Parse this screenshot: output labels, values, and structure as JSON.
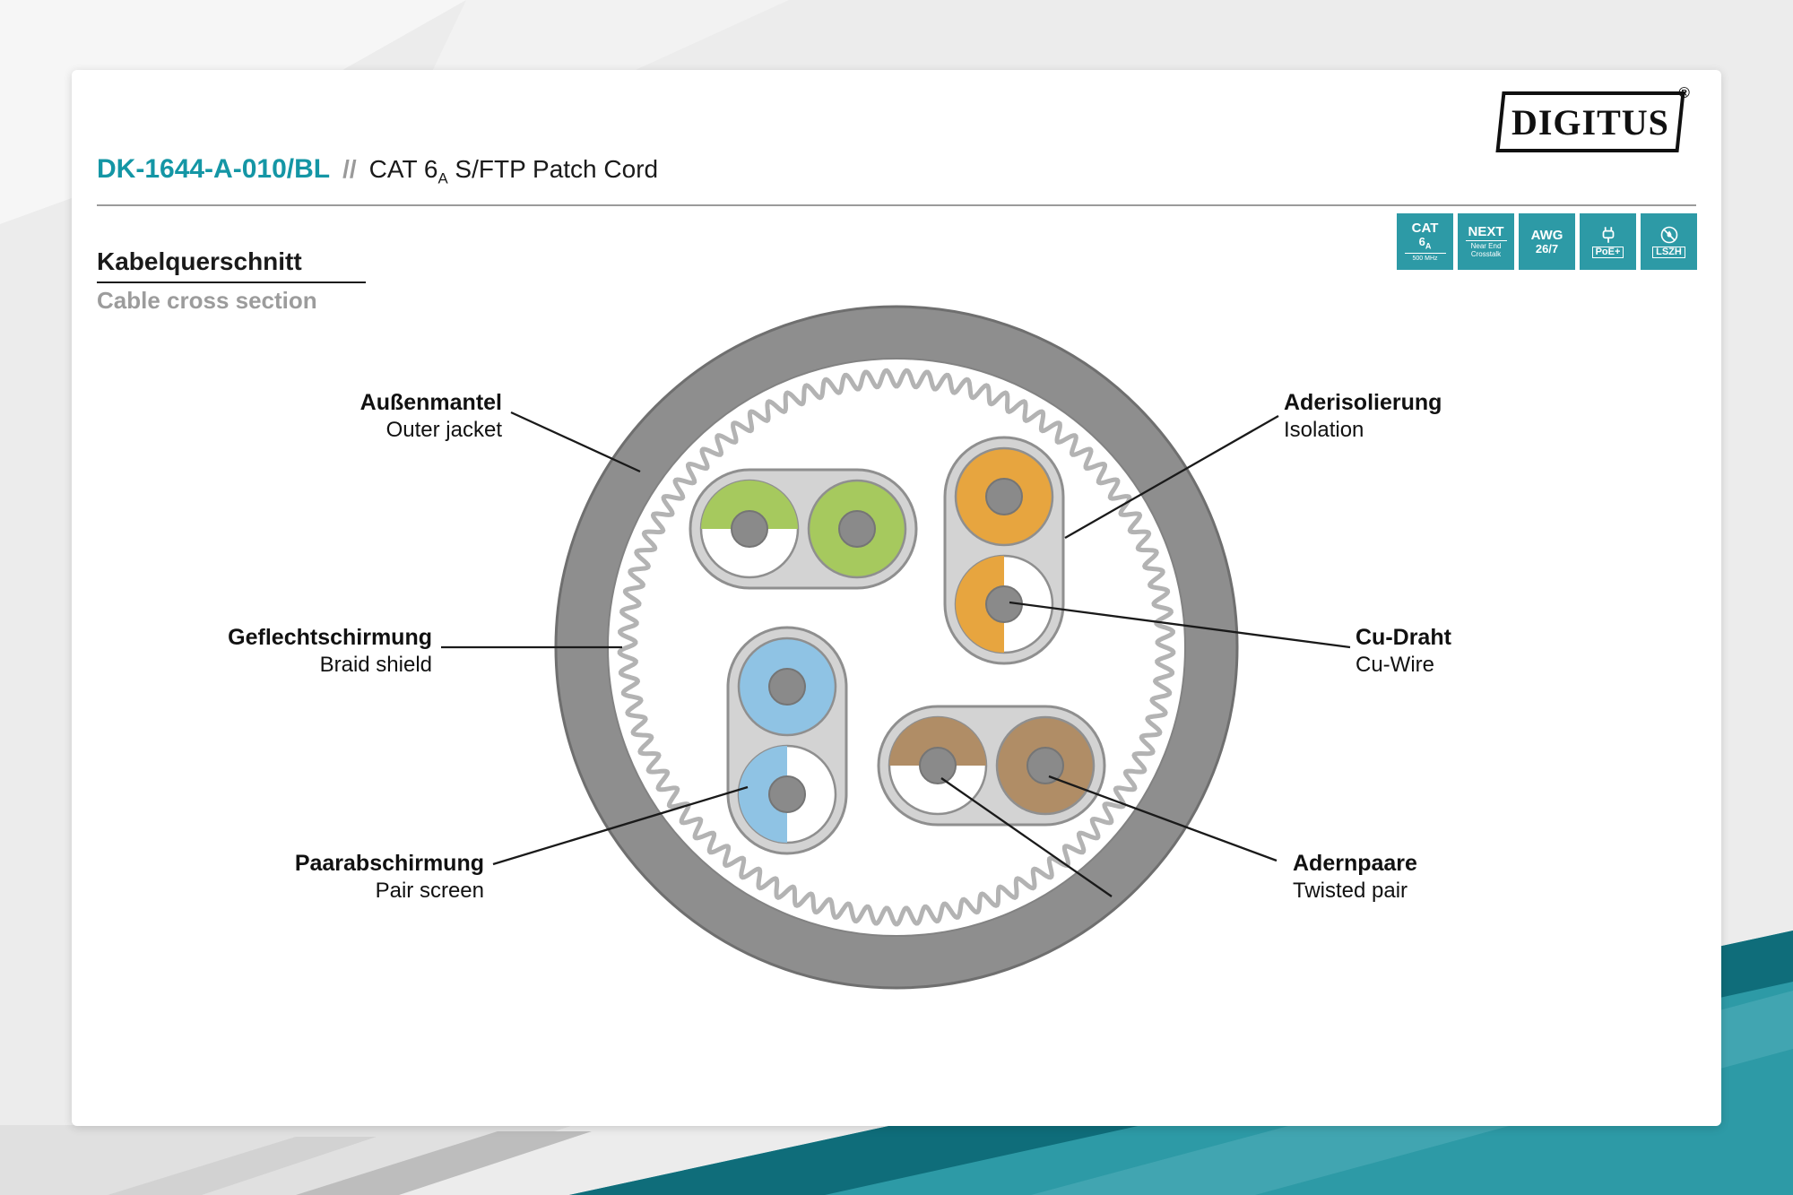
{
  "logo": {
    "text": "DIGITUS",
    "registered": "®"
  },
  "title": {
    "model": "DK-1644-A-010/BL",
    "separator": "//",
    "product_prefix": "CAT 6",
    "product_sub": "A",
    "product_suffix": " S/FTP Patch Cord"
  },
  "section": {
    "heading_de": "Kabelquerschnitt",
    "heading_en": "Cable cross section"
  },
  "badges": {
    "cat": {
      "line1": "CAT",
      "value": "6",
      "value_sub": "A",
      "footer": "500 MHz"
    },
    "next": {
      "line1": "NEXT",
      "footer1": "Near End",
      "footer2": "Crosstalk"
    },
    "awg": {
      "line1": "AWG",
      "value": "26/7"
    },
    "poe": {
      "icon": "poe-plug-icon",
      "label": "PoE+"
    },
    "lszh": {
      "icon": "no-open-flame-icon",
      "label": "LSZH"
    }
  },
  "callouts": {
    "outer_jacket": {
      "de": "Außenmantel",
      "en": "Outer jacket"
    },
    "isolation": {
      "de": "Aderisolierung",
      "en": "Isolation"
    },
    "braid_shield": {
      "de": "Geflechtschirmung",
      "en": "Braid shield"
    },
    "cu_wire": {
      "de": "Cu-Draht",
      "en": "Cu-Wire"
    },
    "pair_screen": {
      "de": "Paarabschirmung",
      "en": "Pair screen"
    },
    "twisted_pair": {
      "de": "Adernpaare",
      "en": "Twisted pair"
    }
  },
  "colors": {
    "accent_teal": "#1496a5",
    "badge_teal": "#2d9aa6",
    "jacket_gray": "#8e8e8e",
    "braid_gray": "#b3b3b3",
    "capsule_gray": "#d3d3d3",
    "capsule_border": "#8f8f8f",
    "wire_green": "#a6c95e",
    "wire_orange": "#e7a53f",
    "wire_blue": "#8fc3e4",
    "wire_brown": "#b08d66",
    "copper_gray": "#8a8a8a",
    "deco_teal_main": "#2d9aa6",
    "deco_teal_dark": "#0f6d7a"
  }
}
